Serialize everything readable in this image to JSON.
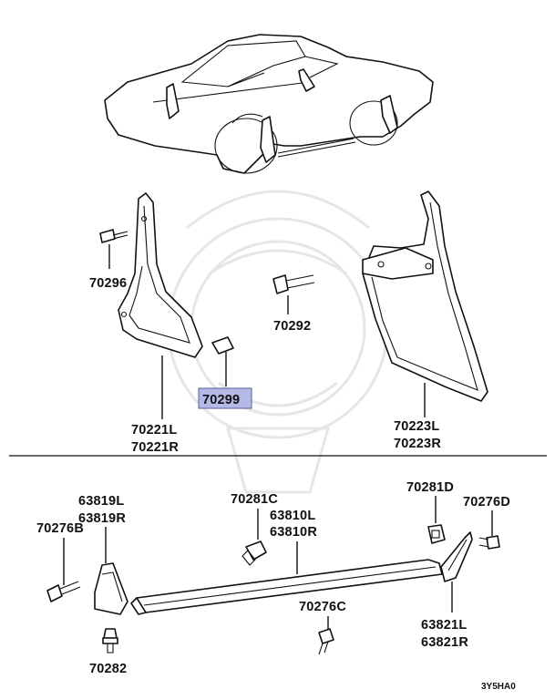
{
  "labels": {
    "l70296": "70296",
    "l70292": "70292",
    "l70299": "70299",
    "l70221L": "70221L",
    "l70221R": "70221R",
    "l70223L": "70223L",
    "l70223R": "70223R",
    "l63819L": "63819L",
    "l63819R": "63819R",
    "l70276B": "70276B",
    "l70281C": "70281C",
    "l63810L": "63810L",
    "l63810R": "63810R",
    "l70281D": "70281D",
    "l70276D": "70276D",
    "l70276C": "70276C",
    "l63821L": "63821L",
    "l63821R": "63821R",
    "l70282": "70282"
  },
  "figure_code": "3Y5HA0",
  "colors": {
    "highlight": "#b4b9e6",
    "line": "#111111"
  }
}
